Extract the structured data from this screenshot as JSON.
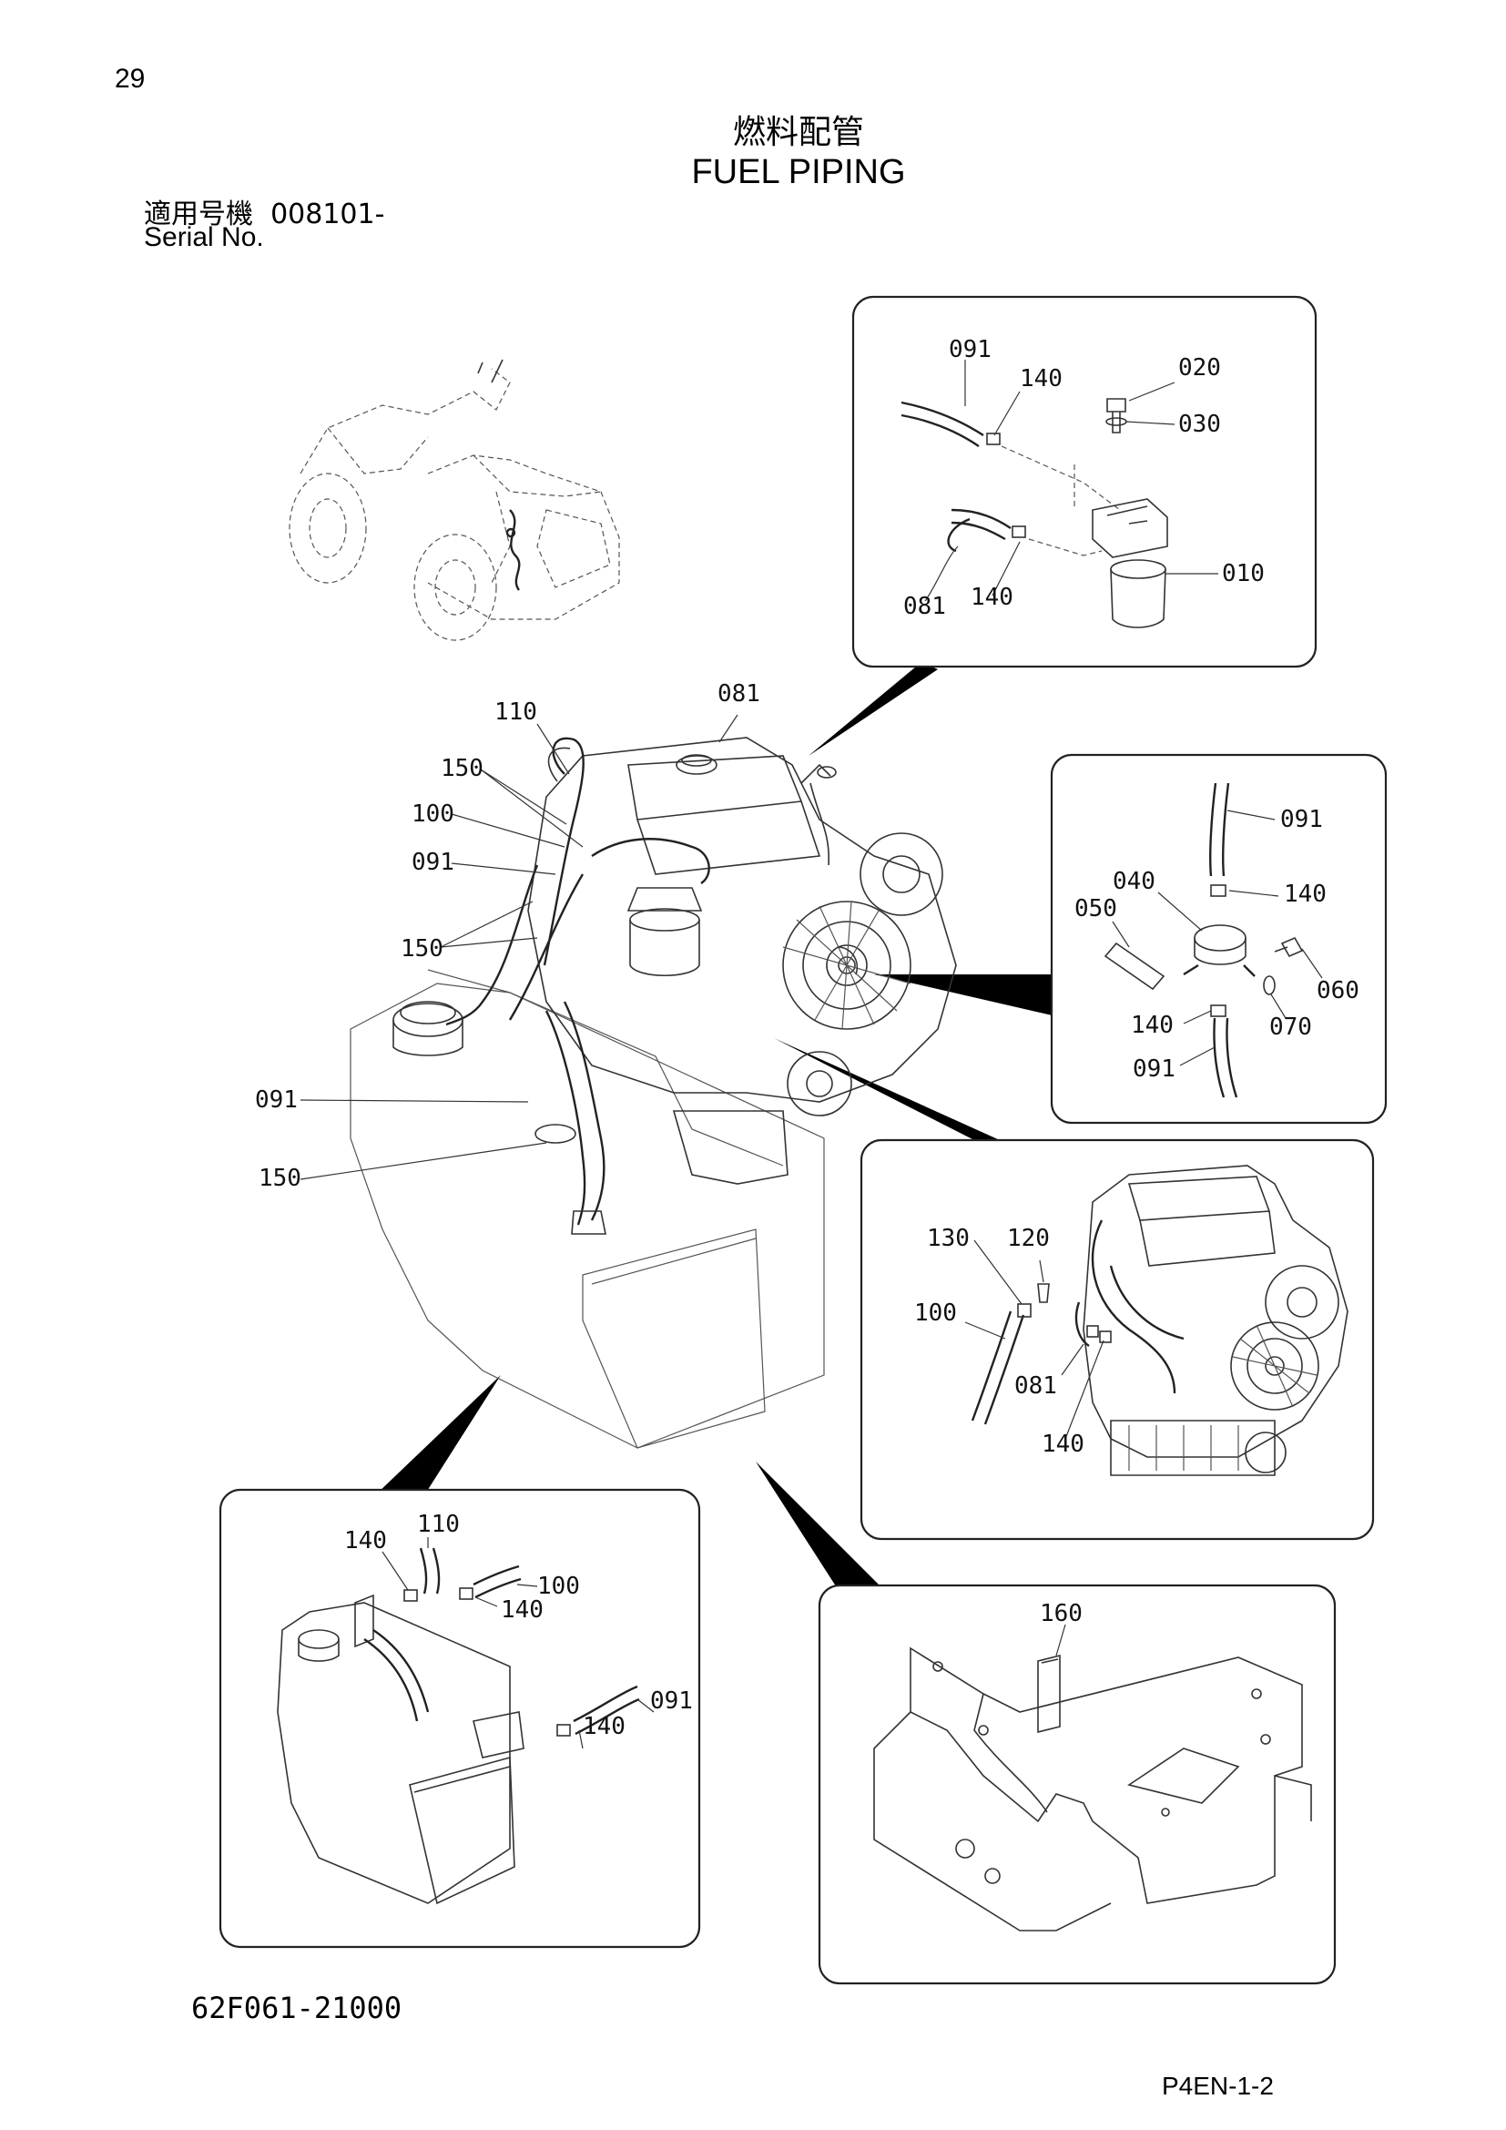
{
  "page": {
    "number": "29",
    "title_ja": "燃料配管",
    "title_en": "FUEL PIPING",
    "serial_label_ja": "適用号機",
    "serial_value": "008101-",
    "serial_label_en": "Serial No.",
    "drawing_number": "62F061-21000",
    "page_code": "P4EN-1-2"
  },
  "callouts": {
    "main": [
      "110",
      "081",
      "150",
      "100",
      "091",
      "150",
      "091",
      "150"
    ],
    "panel_filter": [
      "091",
      "140",
      "020",
      "030",
      "010",
      "081",
      "140"
    ],
    "panel_pump": [
      "091",
      "040",
      "140",
      "050",
      "060",
      "070",
      "140",
      "091"
    ],
    "panel_engine": [
      "130",
      "120",
      "100",
      "081",
      "140"
    ],
    "panel_tank": [
      "110",
      "140",
      "100",
      "140",
      "091",
      "140"
    ],
    "panel_frame": [
      "160"
    ]
  }
}
